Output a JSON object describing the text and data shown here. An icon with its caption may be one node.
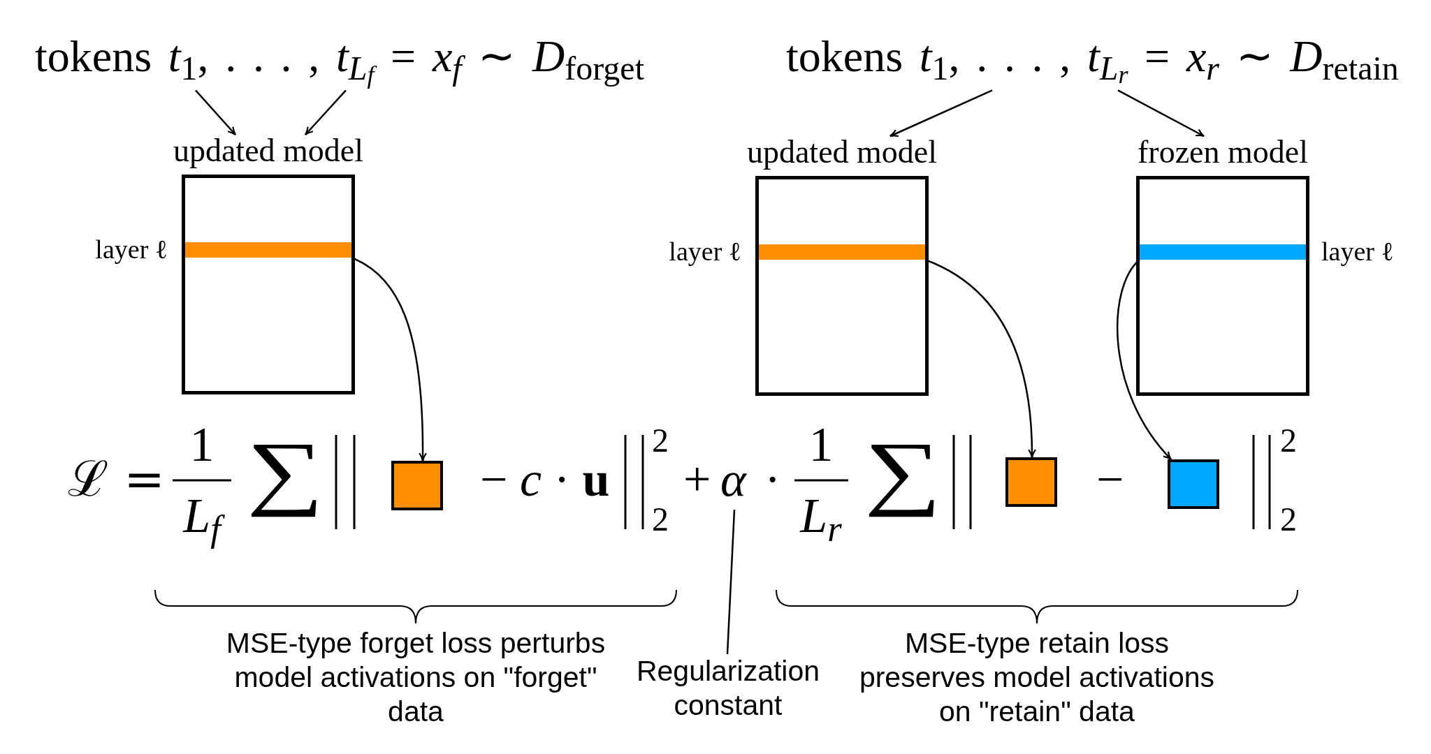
{
  "diagram": {
    "nodes": [
      {
        "text": [
          "tokens *t*$_{1}$, . . . , *t*$_{L}$$_{f}$ = *x*$_{f}$ ∼ *D*$_{forget}$"
        ]
      },
      {
        "text": [
          "updated model"
        ]
      },
      {
        "text": [],
        "shape": "bar",
        "in": 1,
        "beside": [
          "layer ℓ"
        ]
      },
      {
        "text": [
          "tokens *t*$_{1}$, . . . , *t*$_{L}$$_{r}$ = *x*$_{r}$ ∼ *D*$_{retain}$"
        ]
      },
      {
        "text": [
          "updated model"
        ]
      },
      {
        "text": [],
        "shape": "bar",
        "in": 4,
        "beside": [
          "layer ℓ"
        ]
      },
      {
        "text": [
          "frozen model"
        ]
      },
      {
        "text": [],
        "shape": "bar",
        "in": 6,
        "beside": [
          "layer ℓ"
        ]
      },
      {
        "text": [],
        "shape": "box"
      },
      {
        "text": [
          "α"
        ]
      },
      {
        "text": [],
        "shape": "box"
      },
      {
        "text": [],
        "shape": "box"
      },
      {
        "text": [
          "Regularization constant"
        ]
      }
    ],
    "edges": [
      {
        "from": 0,
        "to": 1,
        "arrow": "to"
      },
      {
        "from": 0,
        "to": 1,
        "arrow": "to"
      },
      {
        "from": 3,
        "to": 4,
        "arrow": "to"
      },
      {
        "from": 3,
        "to": 6,
        "arrow": "to"
      },
      {
        "from": 2,
        "to": 8,
        "arrow": "to"
      },
      {
        "from": 5,
        "to": 10,
        "arrow": "to"
      },
      {
        "from": 7,
        "to": 11,
        "arrow": "to"
      },
      {
        "from": 12,
        "to": 9,
        "arrow": "none"
      }
    ],
    "labels": [
      "ℒ =",
      "1",
      "L$_{f}$",
      "∑",
      "− *c* · **u**",
      "2",
      "2",
      "+",
      "·",
      "1",
      "L$_{r}$",
      "∑",
      "−",
      "2",
      "2",
      "MSE-type forget loss perturbs model activations on \"forget\" data",
      "MSE-type retain loss preserves model activations on \"retain\" data"
    ]
  }
}
